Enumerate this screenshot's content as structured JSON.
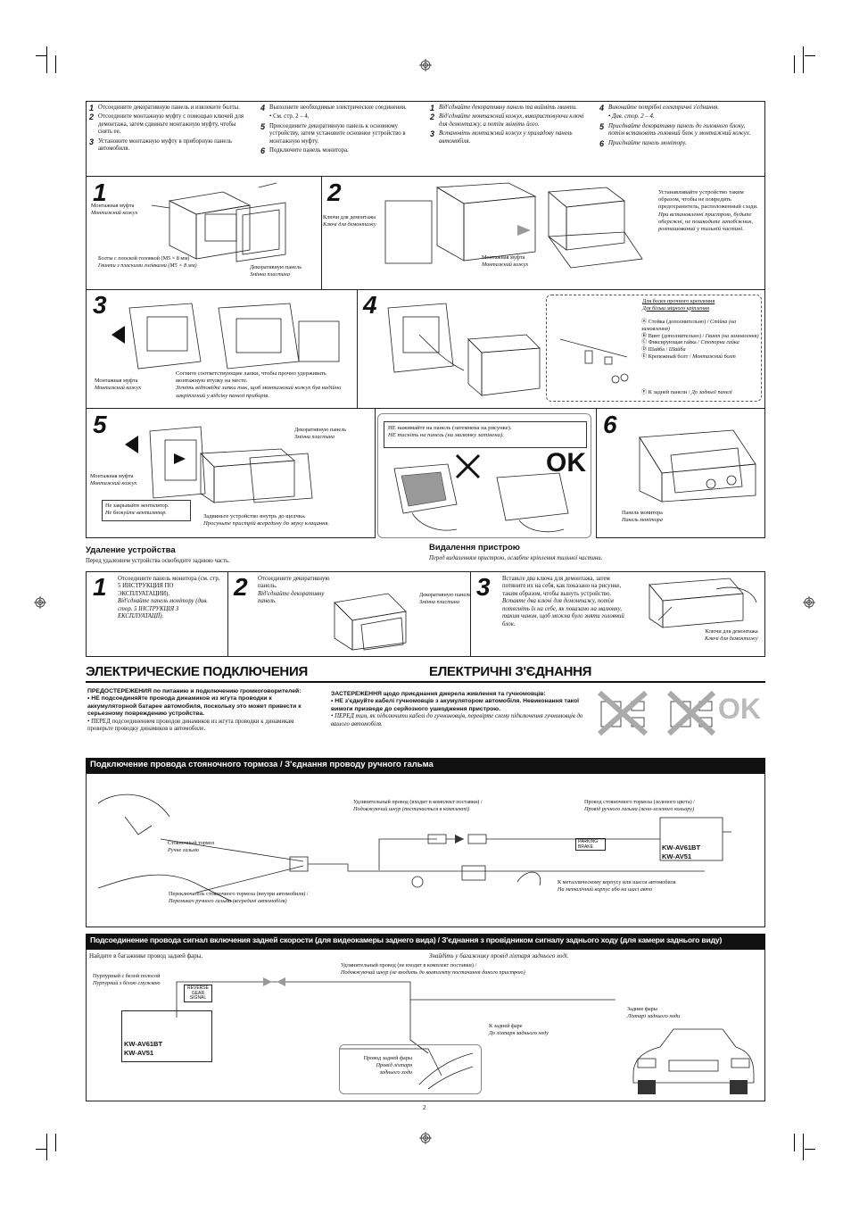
{
  "page_number": "2",
  "top_steps": {
    "ru_a": [
      {
        "n": "1",
        "t": "Отсоедините декоративную панель и извлеките болты."
      },
      {
        "n": "2",
        "t": "Отсоедините монтажную муфту с помощью ключей для демонтажа, затем сдвиньте монтажную муфту, чтобы снять ее."
      },
      {
        "n": "3",
        "t": "Установите монтажную муфту в приборную панель автомобиля."
      }
    ],
    "ru_b": [
      {
        "n": "4",
        "t": "Выполните необходимые электрические соединения."
      },
      {
        "n": "",
        "t": "• См. стр. 2 – 4."
      },
      {
        "n": "5",
        "t": "Присоедините декоративную панель к основному устройству, затем установите основное устройство в монтажную муфту."
      },
      {
        "n": "6",
        "t": "Подключите панель монитора."
      }
    ],
    "uk_a": [
      {
        "n": "1",
        "t": "Від'єднайте декоративну панель та вийміть гвинти."
      },
      {
        "n": "2",
        "t": "Від'єднайте монтажний кожух, використовуючи ключі для демонтажу, а потім зніміть його."
      },
      {
        "n": "3",
        "t": "Встановіть монтажний кожух у приладову панель автомобіля."
      }
    ],
    "uk_b": [
      {
        "n": "4",
        "t": "Виконайте потрібні електричні з'єднання."
      },
      {
        "n": "",
        "t": "• Див. стор. 2 – 4."
      },
      {
        "n": "5",
        "t": "Приєднайте декоративну панель до головного блоку, потім встановіть головний блок у монтажний кожух."
      },
      {
        "n": "6",
        "t": "Приєднайте панель монітору."
      }
    ]
  },
  "panels": {
    "p1": {
      "num": "1",
      "sleeve_ru": "Монтажная муфта",
      "sleeve_uk": "Монтажний кожух",
      "bolts_ru": "Болты с плоской головкой (M5 × 8 мм)",
      "bolts_uk": "Гвинти з пласкими голівками (M5 × 8 мм)",
      "trim_ru": "Декоративную панель",
      "trim_uk": "Змінна пластина"
    },
    "p2": {
      "num": "2",
      "keys_ru": "Ключи для демонтажа",
      "keys_uk": "Ключі для демонтажу",
      "sleeve_ru": "Монтажная муфта",
      "sleeve_uk": "Монтажний кожух",
      "note_ru": "Устанавливайте устройство таким образом, чтобы не повредить предохранитель, расположенный сзади.",
      "note_uk": "При встановленні пристрою, будьте обережні, не пошкодьте запобіжник, розташований у тильній частині."
    },
    "p3": {
      "num": "3",
      "sleeve_ru": "Монтажная муфта",
      "sleeve_uk": "Монтажний кожух",
      "note_ru": "Согните соответствующие лапки, чтобы прочно удерживать монтажную втулку на месте.",
      "note_uk": "Зігніть відповідні лапки так, щоб монтажний кожух був надійно закріплений у відсіку панелі приборів."
    },
    "p4": {
      "num": "4",
      "title_ru": "Для более прочного крепления",
      "title_uk": "Для більш міцного кріплення",
      "items": [
        {
          "k": "A",
          "ru": "Стойка (дополнительно) /",
          "uk": "Стійка (на замовлення)"
        },
        {
          "k": "B",
          "ru": "Винт (дополнительно) /",
          "uk": "Гвинт (на замовлення)"
        },
        {
          "k": "C",
          "ru": "Фиксирующая гайка /",
          "uk": "Стопорна гайка"
        },
        {
          "k": "D",
          "ru": "Шайба /",
          "uk": "Шайба"
        },
        {
          "k": "E",
          "ru": "Крепежный болт /",
          "uk": "Монтажний болт"
        }
      ],
      "rear_ru": "К задней панели /",
      "rear_uk": "До задньої панелі"
    },
    "p5": {
      "num": "5",
      "trim_ru": "Декоративную панель",
      "trim_uk": "Змінна пластина",
      "sleeve_ru": "Монтажная муфта",
      "sleeve_uk": "Монтажний кожух",
      "fan_ru": "Не закрывайте вентилятор.",
      "fan_uk": "Не блокуйте вентилятор.",
      "slide_ru": "Задвиньте устройство внутрь до щелчка.",
      "slide_uk": "Просуньте пристрій всередину до звуку клацання.",
      "press_ru": "НЕ нажимайте на панель (затемнена на рисунке).",
      "press_uk": "НЕ тисніть на панель (на малюнку затінена).",
      "ok": "OK"
    },
    "p6": {
      "num": "6",
      "monitor_ru": "Панель монитора",
      "monitor_uk": "Панель монітора"
    }
  },
  "removal": {
    "title_ru": "Удаление устройства",
    "sub_ru": "Перед удалением устройства освободите заднюю часть.",
    "title_uk": "Видалення пристрою",
    "sub_uk": "Перед видаленням пристрою, ослабте кріплення тильної частини.",
    "s1_num": "1",
    "s1_ru": "Отсоедините панель монитора (см. стр. 5 ИНСТРУКЦИЯ ПО ЭКСПЛУАТАЦИИ).",
    "s1_uk": "Від'єднайте панель монітору (див. стор. 5 ІНСТРУКЦІЯ З ЕКСПЛУАТАЦІЇ).",
    "s2_num": "2",
    "s2_ru": "Отсоедините декоративную панель.",
    "s2_uk": "Від'єднайте декоративну панель.",
    "s2_trim_ru": "Декоративную панель",
    "s2_trim_uk": "Змінна пластина",
    "s3_num": "3",
    "s3_ru": "Вставьте два ключа для демонтажа, затем потяните их на себя, как показано на рисунке, таким образом, чтобы вынуть устройство.",
    "s3_uk": "Вставте два ключі для демонтажу, потім потягніть їх на себе, як показано на малюнку, таким чином, щоб можна було зняти головний блок.",
    "s3_keys_ru": "Ключи для демонтажа",
    "s3_keys_uk": "Ключі для демонтажу"
  },
  "headings": {
    "ru": "ЭЛЕКТРИЧЕСКИЕ ПОДКЛЮЧЕНИЯ",
    "uk": "ЕЛЕКТРИЧНІ З'ЄДНАННЯ"
  },
  "cautions": {
    "ru_title": "ПРЕДОСТЕРЕЖЕНИЯ",
    "ru_title_rest": " по питанию и подключению громкоговорителей:",
    "ru_b1": "НЕ подсоединяйте провода динамиков из жгута проводки к аккумуляторной батарее автомобиля, поскольку это может привести к серьезному повреждению устройства.",
    "ru_b2": "ПЕРЕД подсоединением проводов динамиков из жгута проводки к динамикам проверьте проводку динамиков в автомобиле.",
    "uk_title": "ЗАСТЕРЕЖЕННЯ",
    "uk_title_rest": " щодо приєднання джерела живлення та гучномовців:",
    "uk_b1": "НЕ з'єднуйте кабелі гучномовців з акумулятором автомобіля. Невиконання такої вимоги призведе до серйозного ушкодження пристрою.",
    "uk_b2": "ПЕРЕД тим, як підключити кабелі до гучномовців, перевірте схему підключення гучномовців до вашого автомобіля.",
    "ok": "OK"
  },
  "parking": {
    "bar": "Подключение провода стояночного тормоза / З'єднання проводу ручного гальма",
    "ext_ru": "Удлинительный провод (входит в комплект поставки) /",
    "ext_uk": "Подовжуючий шнур (постачається в комплекті)",
    "brake_ru": "Провод стояночного тормоза (зеленого цвета) /",
    "brake_uk": "Провід ручного гальма (ясно-зеленого кольору)",
    "label": "PARKING BRAKE",
    "model1": "KW-AV61BT",
    "model2": "KW-AV51",
    "hb_ru": "Стояночный тормоз",
    "hb_uk": "Ручне гальмо",
    "sw_ru": "Переключатель стояночного тормоза (внутри автомобиля) /",
    "sw_uk": "Перемикач ручного гальма (всередині автомобіля)",
    "gnd_ru": "К металлическому корпусу или шасси автомобиля",
    "gnd_uk": "На металічний корпус або на шасі авто"
  },
  "reverse": {
    "bar": "Подсоединение провода сигнал включения задней скорости (для видеокамеры заднего вида) / З'єднання з провідником сигналу заднього ходу (для камери заднього виду)",
    "find_ru": "Найдите в багажнике провод задней фары.",
    "find_uk": "Знайдіть у багажнику провід ліхтаря заднього ході.",
    "purple_ru": "Пурпурный с белой полосой",
    "purple_uk": "Пурпурний з білою смужкою",
    "label1": "REVERSE",
    "label2": "GEAR",
    "label3": "SIGNAL",
    "ext_ru": "Удлинительный провод (не входит в комплект поставки) /",
    "ext_uk": "Подовжуючий шнур (не входить до комплекту постачання даного пристрою)",
    "to_ru": "К задней фаре",
    "to_uk": "До ліхтаря заднього ходу",
    "wire_ru": "Провод задней фары",
    "wire_uk1": "Провід ліхтаря",
    "wire_uk2": "заднього ходи",
    "lamps_ru": "Задние фары",
    "lamps_uk": "Ліхтарі заднього ходи",
    "model1": "KW-AV61BT",
    "model2": "KW-AV51"
  }
}
